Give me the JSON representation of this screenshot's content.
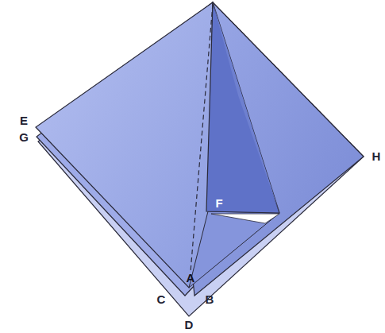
{
  "diagram": {
    "labels": [
      "E",
      "G",
      "H",
      "F",
      "A",
      "C",
      "B",
      "D"
    ]
  }
}
